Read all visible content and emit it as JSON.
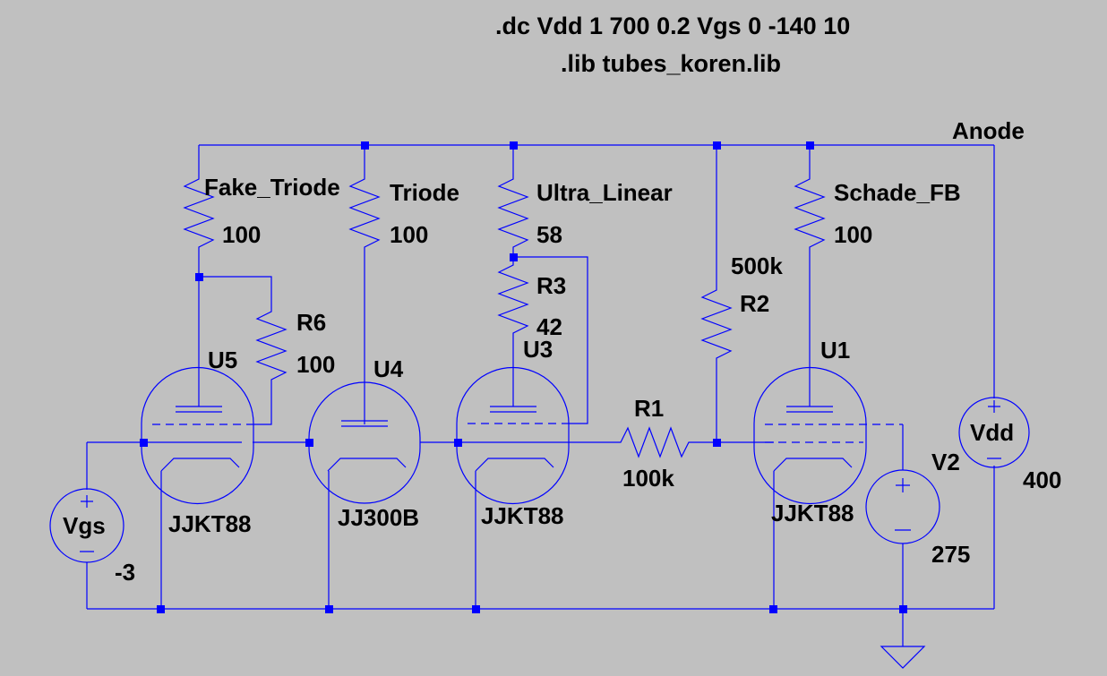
{
  "directives": {
    "dc": ".dc Vdd 1 700 0.2 Vgs 0 -140 10",
    "lib": ".lib tubes_koren.lib"
  },
  "net_labels": {
    "anode": "Anode"
  },
  "resistors": {
    "fake_triode": {
      "name": "Fake_Triode",
      "value": "100"
    },
    "triode": {
      "name": "Triode",
      "value": "100"
    },
    "ultra_linear": {
      "name": "Ultra_Linear",
      "value": "58"
    },
    "schade_fb": {
      "name": "Schade_FB",
      "value": "100"
    },
    "r2": {
      "name": "R2",
      "value": "500k"
    },
    "r3": {
      "name": "R3",
      "value": "42"
    },
    "r6": {
      "name": "R6",
      "value": "100"
    },
    "r1": {
      "name": "R1",
      "value": "100k"
    }
  },
  "tubes": {
    "u5": {
      "name": "U5",
      "model": "JJKT88"
    },
    "u4": {
      "name": "U4",
      "model": "JJ300B"
    },
    "u3": {
      "name": "U3",
      "model": "JJKT88"
    },
    "u1": {
      "name": "U1",
      "model": "JJKT88"
    }
  },
  "sources": {
    "vgs": {
      "name": "Vgs",
      "value": "-3"
    },
    "vdd": {
      "name": "Vdd",
      "value": "400"
    },
    "v2": {
      "name": "V2",
      "value": "275"
    }
  },
  "colors": {
    "background": "#c0c0c0",
    "wire": "#0000ff",
    "text": "#000000"
  }
}
